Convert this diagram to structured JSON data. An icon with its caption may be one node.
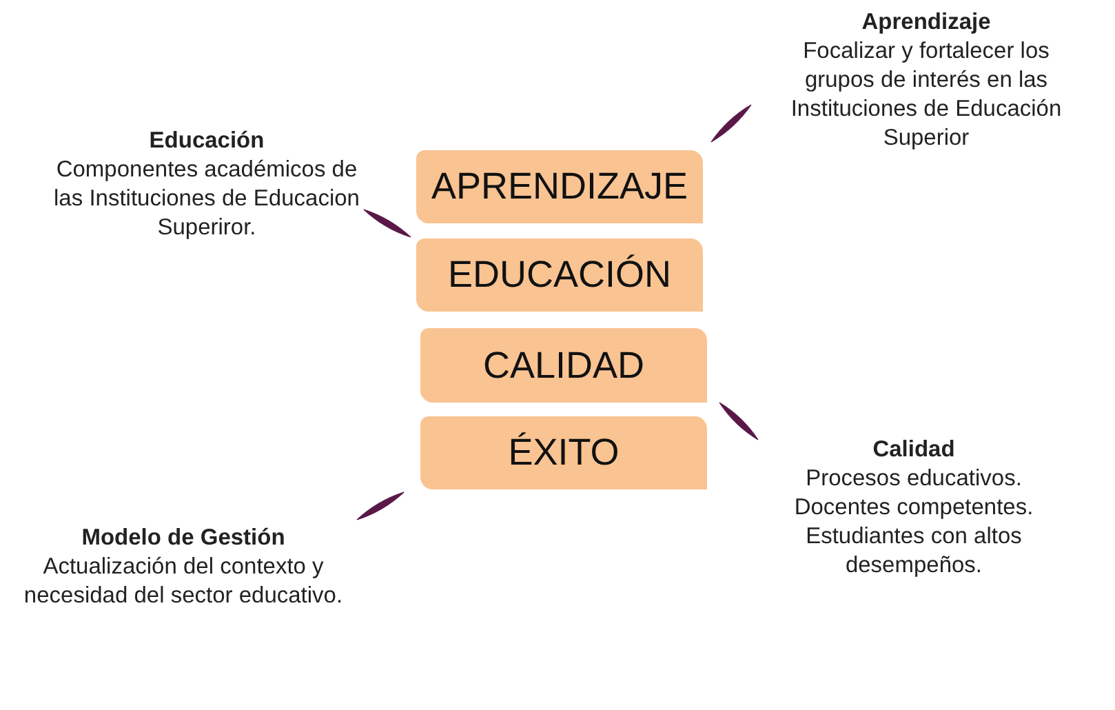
{
  "diagram": {
    "nodes": [
      {
        "text": [
          "Aprendizaje",
          "Focalizar y fortalecer los grupos de interés en las Instituciones de Educación Superior"
        ]
      },
      {
        "text": [
          "Educación",
          "Componentes académicos de las Instituciones de Educacion Superiror."
        ]
      },
      {
        "text": [
          "APRENDIZAJE"
        ]
      },
      {
        "text": [
          "EDUCACIÓN"
        ]
      },
      {
        "text": [
          "CALIDAD"
        ]
      },
      {
        "text": [
          "ÉXITO"
        ]
      },
      {
        "text": [
          "Calidad",
          "Procesos educativos. Docentes competentes. Estudiantes con altos desempeños."
        ]
      },
      {
        "text": [
          "Modelo de Gestión",
          "Actualización del contexto y necesidad del sector educativo."
        ]
      }
    ],
    "edges": [
      {
        "from": 0,
        "to": 2,
        "arrow": "none"
      },
      {
        "from": 1,
        "to": 3,
        "arrow": "none"
      },
      {
        "from": 6,
        "to": 4,
        "arrow": "none"
      },
      {
        "from": 7,
        "to": 5,
        "arrow": "none"
      }
    ]
  }
}
